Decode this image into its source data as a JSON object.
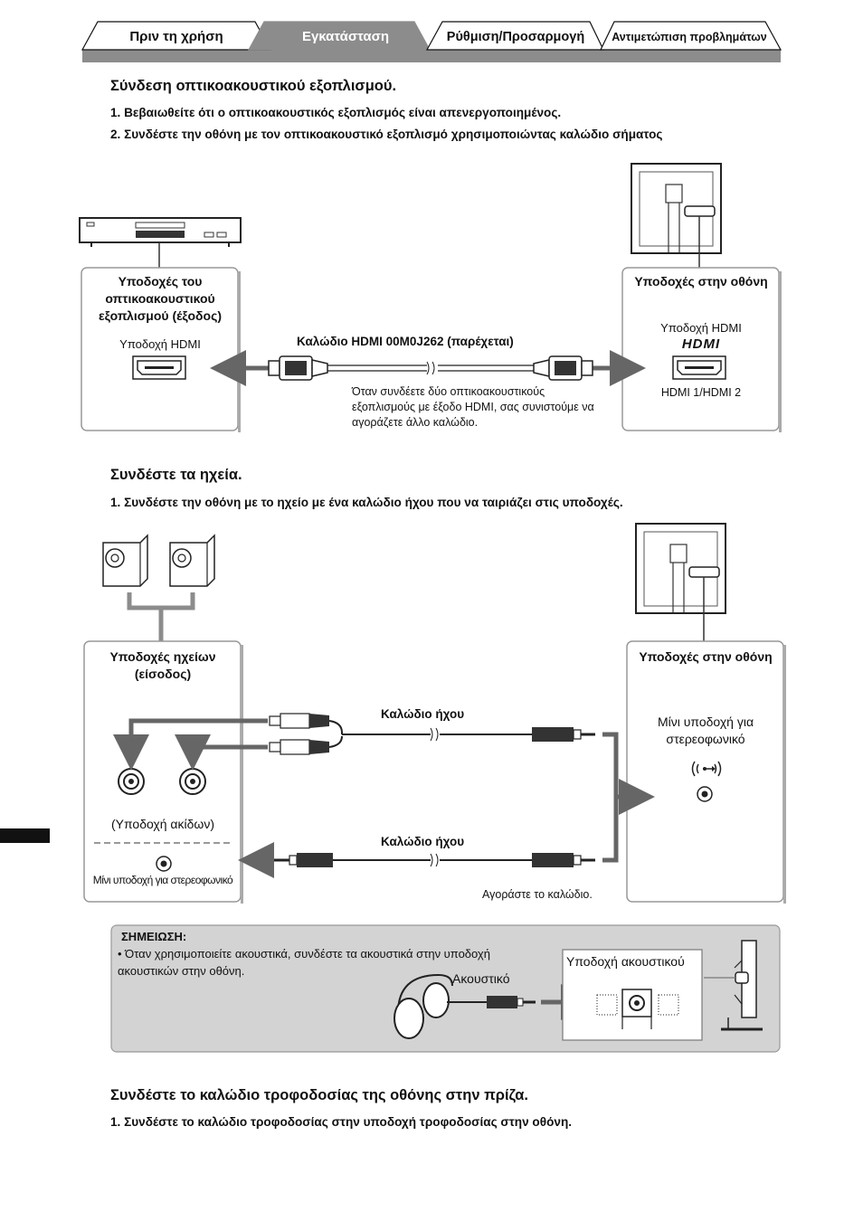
{
  "tabs": [
    {
      "label": "Πριν τη χρήση"
    },
    {
      "label": "Εγκατάσταση",
      "active": true
    },
    {
      "label": "Ρύθμιση/Προσαρμογή"
    },
    {
      "label": "Αντιμετώπιση προβλημάτων"
    }
  ],
  "colors": {
    "tab_active": "#8c8c8c",
    "tab_bar": "#8c8c8c",
    "note_bg": "#d3d3d3",
    "arrow": "#666666",
    "side_marker": "#111111"
  },
  "av_section": {
    "heading": "Σύνδεση οπτικοακουστικού εξοπλισμού.",
    "steps": [
      "1. Βεβαιωθείτε ότι ο οπτικοακουστικός εξοπλισμός είναι απενεργοποιημένος.",
      "2. Συνδέστε την οθόνη με τον οπτικοακουστικό εξοπλισμό χρησιμοποιώντας καλώδιο σήματος"
    ],
    "av_box": {
      "title": "Υποδοχές του οπτικοακουστικού εξοπλισμού (έξοδος)",
      "port_label": "Υποδοχή HDMI"
    },
    "monitor_box": {
      "title": "Υποδοχές στην οθόνη",
      "port_label": "Υποδοχή HDMI",
      "logo": "HDMI",
      "ports": "HDMI 1/HDMI 2"
    },
    "cable_label": "Καλώδιο HDMI 00M0J262 (παρέχεται)",
    "cable_note": "Όταν συνδέετε δύο οπτικοακουστικούς εξοπλισμούς με έξοδο HDMI, σας συνιστούμε να αγοράζετε άλλο καλώδιο."
  },
  "speaker_section": {
    "heading": "Συνδέστε τα ηχεία.",
    "steps": [
      "1. Συνδέστε την οθόνη με το ηχείο με ένα καλώδιο ήχου που να ταιριάζει στις υποδοχές."
    ],
    "speaker_box": {
      "title": "Υποδοχές ηχείων (είσοδος)",
      "pin_label": "(Υποδοχή ακίδων)",
      "mini_label": "Μίνι υποδοχή για στερεοφωνικό"
    },
    "monitor_box": {
      "title": "Υποδοχές στην οθόνη",
      "port_label": "Μίνι υποδοχή για στερεοφωνικό"
    },
    "cable_label_1": "Καλώδιο ήχου",
    "cable_label_2": "Καλώδιο ήχου",
    "purchase_note": "Αγοράστε το καλώδιο."
  },
  "note": {
    "title": "ΣΗΜΕΙΩΣΗ:",
    "text": "• Όταν χρησιμοποιείτε ακουστικά, συνδέστε τα ακουστικά στην υποδοχή ακουστικών στην οθόνη.",
    "headphone_label": "Ακουστικό",
    "jack_label": "Υποδοχή ακουστικού"
  },
  "power_section": {
    "heading": "Συνδέστε το καλώδιο τροφοδοσίας της οθόνης στην πρίζα.",
    "steps": [
      "1. Συνδέστε το καλώδιο τροφοδοσίας στην υποδοχή τροφοδοσίας στην οθόνη."
    ]
  }
}
